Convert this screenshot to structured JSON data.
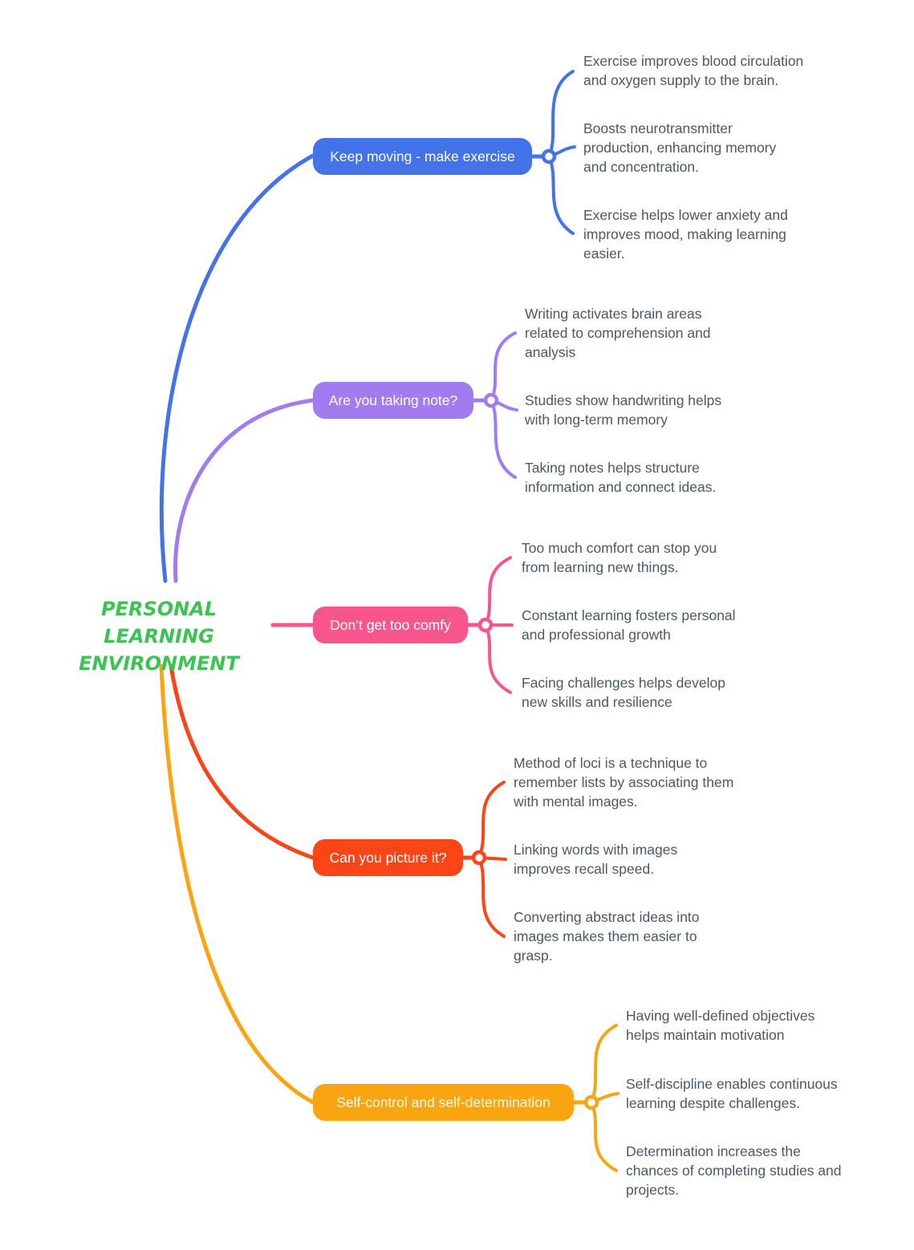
{
  "page": {
    "background": "#ffffff"
  },
  "styles": {
    "note_text_color": "#4c5864",
    "node_text_color": "#ffffff"
  },
  "center": {
    "label": "PERSONAL LEARNING\nENVIRONMENT",
    "color": "#3cc353"
  },
  "branches": [
    {
      "label": "Keep moving - make exercise",
      "color": "#4472e8",
      "children": [
        "Exercise improves blood circulation\nand oxygen supply to the brain.",
        "Boosts neurotransmitter\nproduction, enhancing memory\nand concentration.",
        "Exercise helps lower anxiety and\nimproves mood, making learning\neasier."
      ]
    },
    {
      "label": "Are you taking note?",
      "color": "#a27bef",
      "children": [
        "Writing activates brain areas\nrelated to comprehension and\nanalysis",
        "Studies show handwriting helps\nwith long-term memory",
        "Taking notes helps structure\ninformation and connect ideas."
      ]
    },
    {
      "label": "Don’t get too comfy",
      "color": "#f7568c",
      "children": [
        "Too much comfort can stop you\nfrom learning new things.",
        "Constant learning fosters personal\nand professional growth",
        "Facing challenges helps develop\nnew skills and resilience"
      ]
    },
    {
      "label": "Can you picture it?",
      "color": "#fa4517",
      "children": [
        "Method of loci is a technique to\nremember lists by associating them\nwith mental images.",
        "Linking words with images\nimproves recall speed.",
        "Converting abstract ideas into\nimages makes them easier to\ngrasp."
      ]
    },
    {
      "label": "Self-control and self-determination",
      "color": "#f9a512",
      "children": [
        "Having well-defined objectives\nhelps maintain motivation",
        "Self-discipline enables continuous\nlearning despite challenges.",
        "Determination increases the\nchances of completing studies and\nprojects."
      ]
    }
  ]
}
